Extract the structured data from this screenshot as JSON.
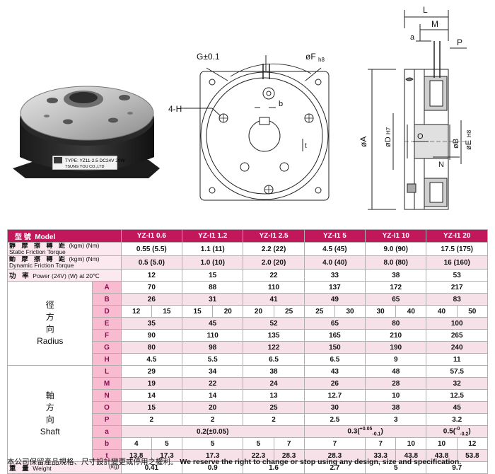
{
  "photo": {
    "label_line1": "TYPE: YZ11-2.5 DC24V 20W",
    "label_line2": "TSUNG YOU CO.,LTD"
  },
  "front_view": {
    "g_label": "G±0.1",
    "f_label": "øF",
    "f_sub": "h8",
    "h_label": "4-H",
    "b_label": "b",
    "t_label": "t"
  },
  "side_view": {
    "L": "L",
    "M": "M",
    "a": "a",
    "P": "P",
    "A": "øA",
    "D": "øD",
    "D_sub": "H7",
    "O": "O",
    "B": "øB",
    "E": "øE",
    "E_sub": "H8",
    "N": "N"
  },
  "table": {
    "header": {
      "model_cn": "型 號",
      "model_en": "Model",
      "models": [
        "YZ-I1 0.6",
        "YZ-I1 1.2",
        "YZ-I1 2.5",
        "YZ-I1 5",
        "YZ-I1 10",
        "YZ-I1 20"
      ]
    },
    "static": {
      "cn": "靜 摩 擦 轉 距",
      "en": "Static Friction Torque",
      "unit": "(kgm) (Nm)",
      "values": [
        "0.55 (5.5)",
        "1.1 (11)",
        "2.2 (22)",
        "4.5 (45)",
        "9.0 (90)",
        "17.5 (175)"
      ]
    },
    "dynamic": {
      "cn": "動 摩 擦 轉 距",
      "en": "Dynamic Friction Torque",
      "unit": "(kgm) (Nm)",
      "values": [
        "0.5 (5.0)",
        "1.0 (10)",
        "2.0 (20)",
        "4.0 (40)",
        "8.0 (80)",
        "16 (160)"
      ]
    },
    "power": {
      "cn": "功 率",
      "en": "Power",
      "unit": "(24V) (W) at 20℃",
      "values": [
        "12",
        "15",
        "22",
        "33",
        "38",
        "53"
      ]
    },
    "radius": {
      "cn": [
        "徑",
        "方",
        "向"
      ],
      "en": "Radius",
      "A": [
        "70",
        "88",
        "110",
        "137",
        "172",
        "217"
      ],
      "B": [
        "26",
        "31",
        "41",
        "49",
        "65",
        "83"
      ],
      "D": [
        "12",
        "15",
        "15",
        "20",
        "20",
        "25",
        "25",
        "30",
        "30",
        "40",
        "40",
        "50"
      ],
      "E": [
        "35",
        "45",
        "52",
        "65",
        "80",
        "100"
      ],
      "F": [
        "90",
        "110",
        "135",
        "165",
        "210",
        "265"
      ],
      "G": [
        "80",
        "98",
        "122",
        "150",
        "190",
        "240"
      ],
      "H": [
        "4.5",
        "5.5",
        "6.5",
        "6.5",
        "9",
        "11"
      ]
    },
    "shaft": {
      "cn": [
        "軸",
        "方",
        "向"
      ],
      "en": "Shaft",
      "L": [
        "29",
        "34",
        "38",
        "43",
        "48",
        "57.5"
      ],
      "M": [
        "19",
        "22",
        "24",
        "26",
        "28",
        "32"
      ],
      "N": [
        "14",
        "14",
        "13",
        "12.7",
        "10",
        "12.5"
      ],
      "O": [
        "15",
        "20",
        "25",
        "30",
        "38",
        "45"
      ],
      "P": [
        "2",
        "2",
        "2",
        "2.5",
        "3",
        "3.2"
      ],
      "a": {
        "v1": "0.2(±0.05)",
        "v2": "0.3",
        "v2_sup": "+0.05",
        "v2_sub": "-0.1",
        "v3": "0.5",
        "v3_sup": "-0",
        "v3_sub": "-0.2"
      },
      "b": [
        "4",
        "5",
        "5",
        "5",
        "7",
        "7",
        "7",
        "10",
        "10",
        "12"
      ],
      "t": [
        "13.8",
        "17.3",
        "17.3",
        "22.3",
        "28.3",
        "28.3",
        "33.3",
        "43.8",
        "43.8",
        "53.8"
      ]
    },
    "weight": {
      "cn": "重 量",
      "en": "Weight",
      "unit": "(kg)",
      "values": [
        "0.41",
        "0.9",
        "1.6",
        "2.7",
        "5",
        "9.7"
      ]
    },
    "keys": {
      "A": "A",
      "B": "B",
      "D": "D",
      "E": "E",
      "F": "F",
      "G": "G",
      "H": "H",
      "L": "L",
      "M": "M",
      "N": "N",
      "O": "O",
      "P": "P",
      "a": "a",
      "b": "b",
      "t": "t"
    }
  },
  "footer": {
    "cn": "本公司保留產品規格、尺寸設計變更或停用之權利。",
    "en": "We reserve the right to change or stop using any design, size and specification."
  }
}
